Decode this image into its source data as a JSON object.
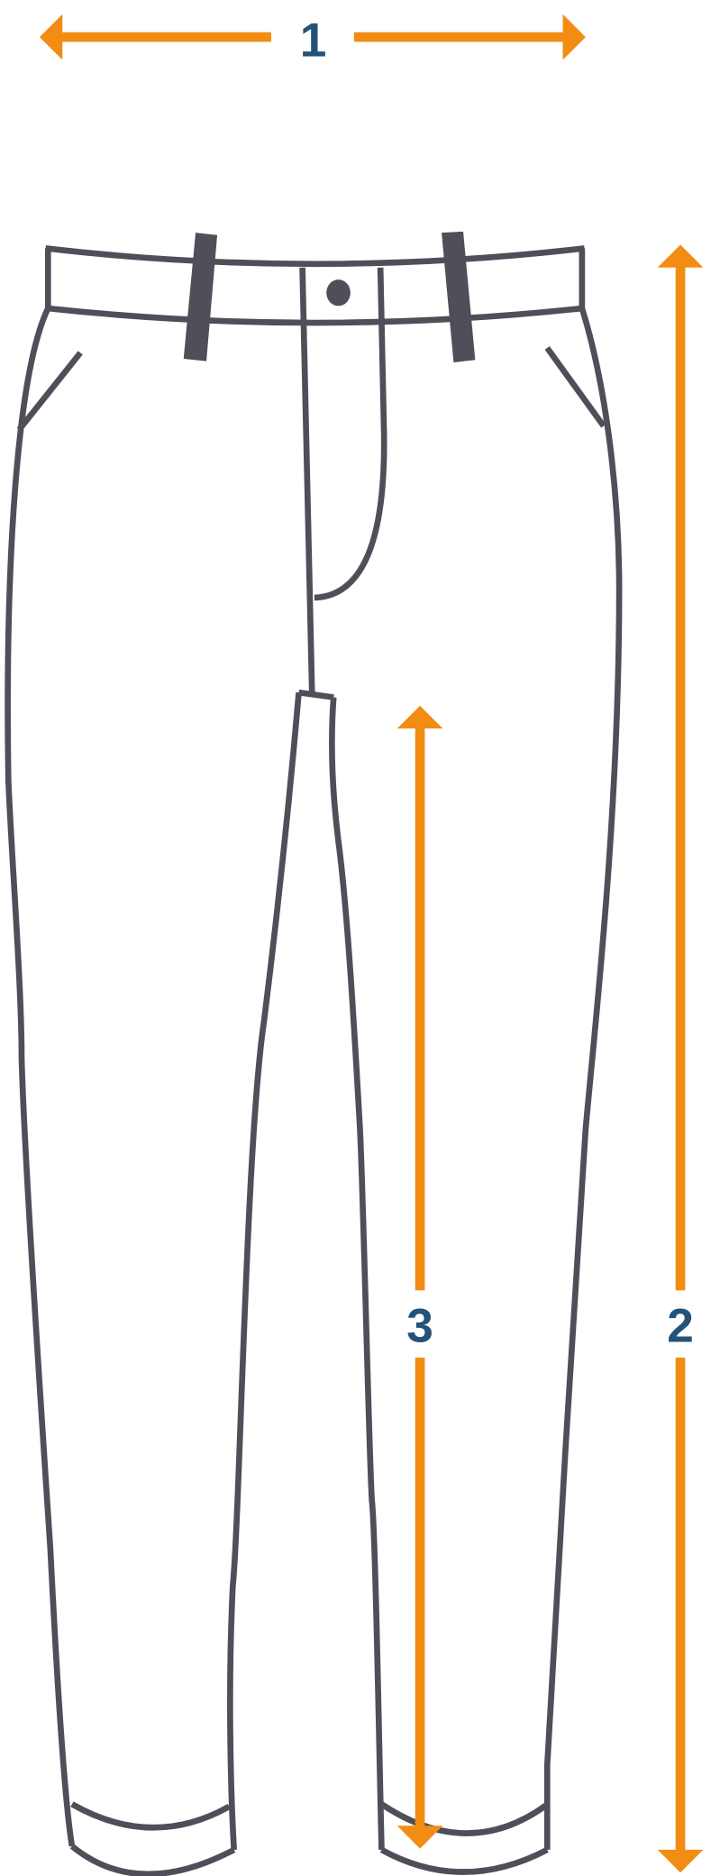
{
  "diagram": {
    "subject": "pants",
    "measurements": [
      {
        "label": "1",
        "orientation": "horizontal"
      },
      {
        "label": "2",
        "orientation": "vertical"
      },
      {
        "label": "3",
        "orientation": "vertical"
      }
    ]
  },
  "colors": {
    "arrow": "#F28C13",
    "outline": "#4E4F58",
    "label": "#24527A"
  }
}
